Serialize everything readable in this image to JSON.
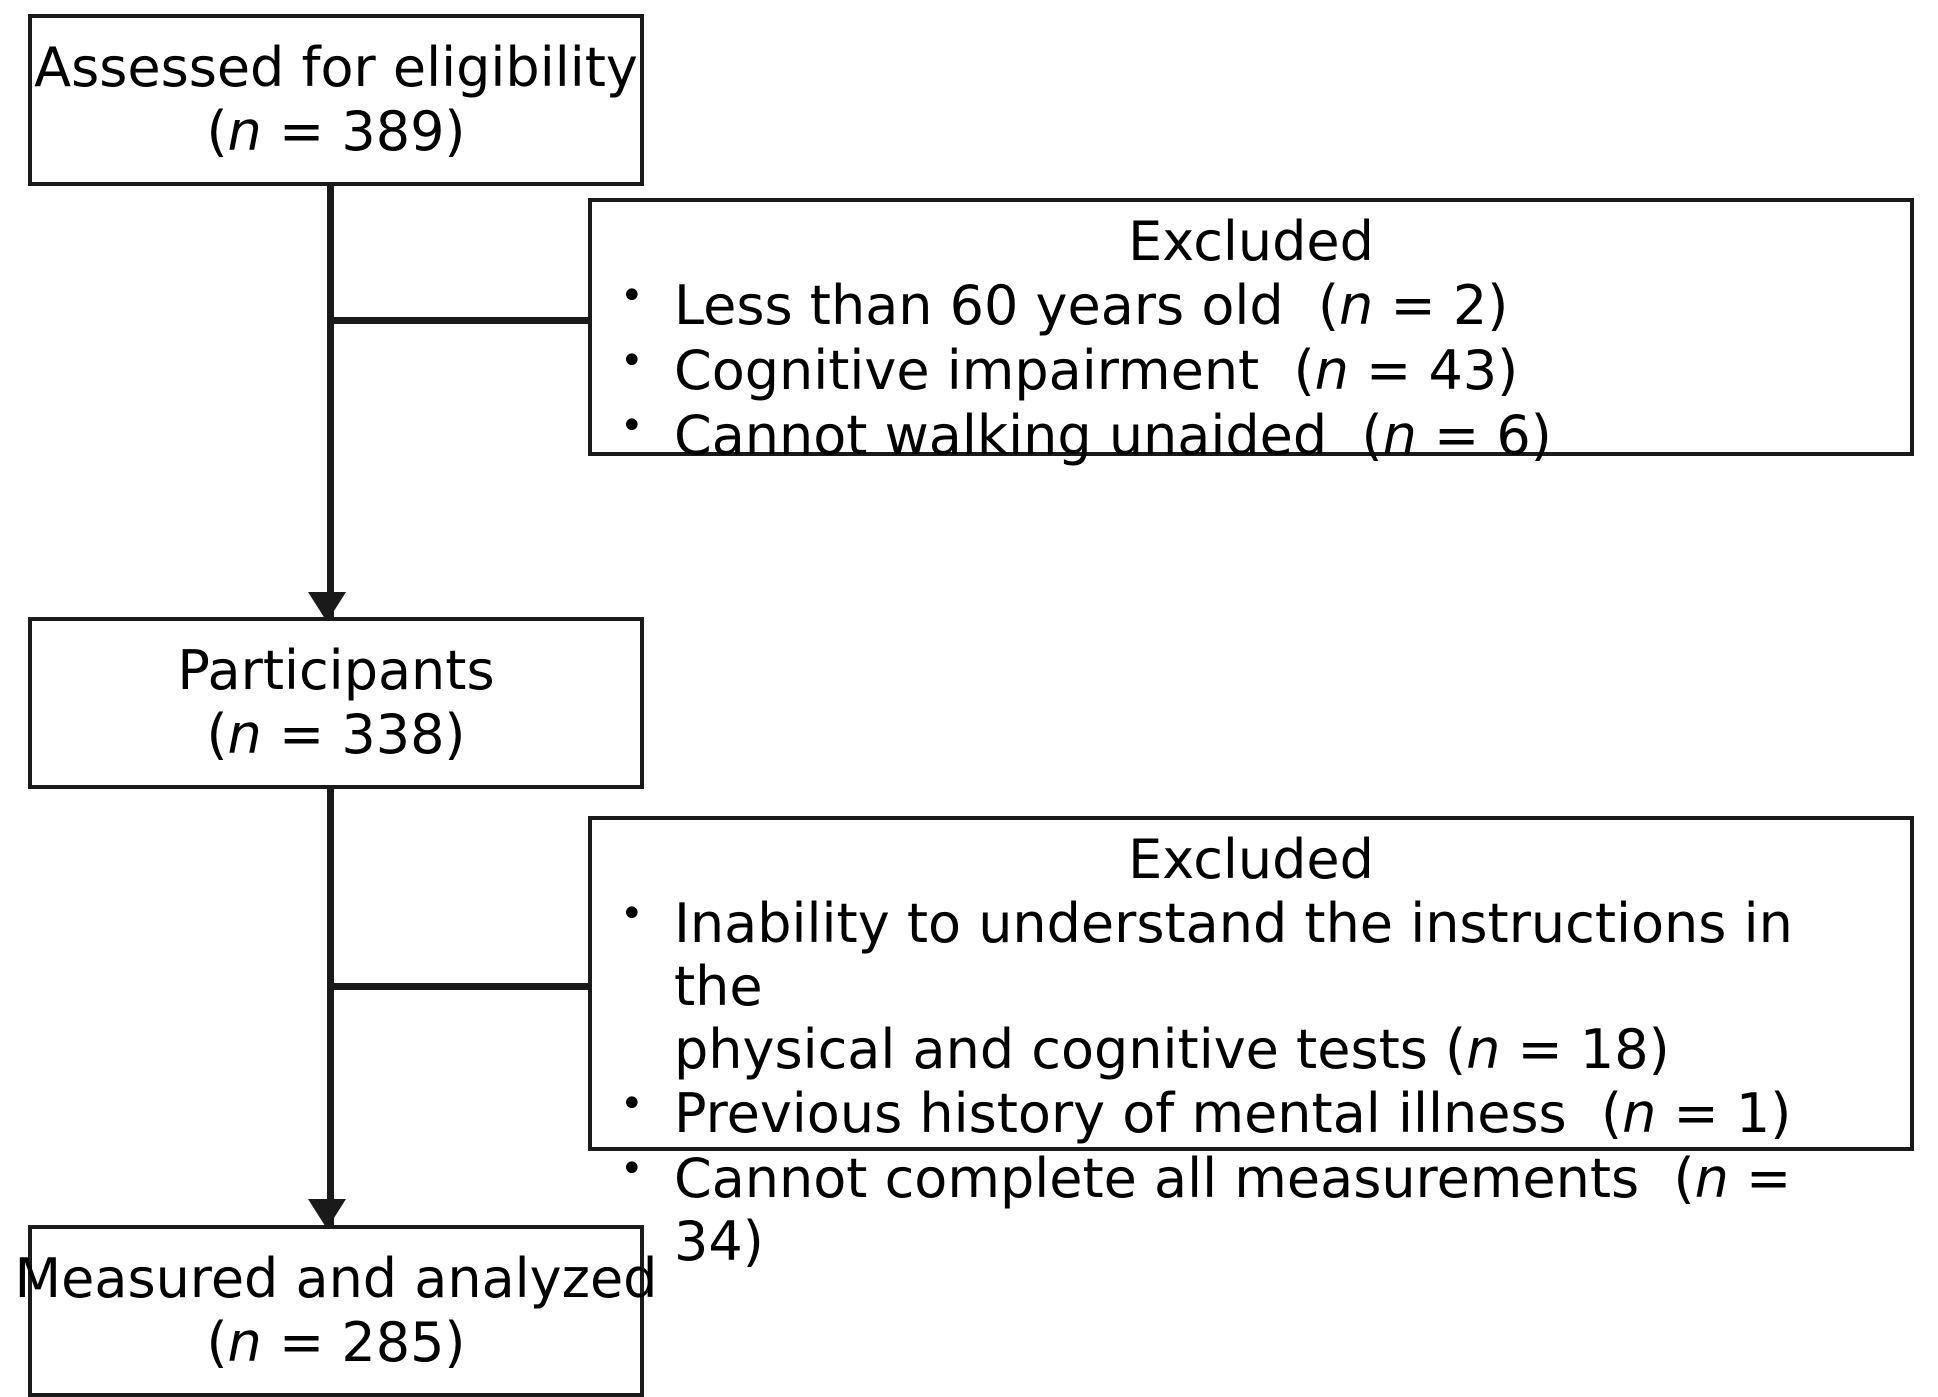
{
  "diagram": {
    "type": "flowchart",
    "title": "Participant flow diagram",
    "stages": [
      {
        "id": "assessed",
        "label": "Assessed for eligibility",
        "count_text": "(n = 389)",
        "count_prefix": "(",
        "count_n": "n",
        "count_eq": "= 389)",
        "n": 389
      },
      {
        "id": "participants",
        "label": "Participants",
        "count_text": "(n = 338)",
        "count_prefix": "(",
        "count_n": "n",
        "count_eq": "= 338)",
        "n": 338
      },
      {
        "id": "analyzed",
        "label": "Measured and analyzed",
        "count_text": "(n = 285)",
        "count_prefix": "(",
        "count_n": "n",
        "count_eq": "= 285)",
        "n": 285
      }
    ],
    "exclusions": [
      {
        "id": "excluded-1",
        "title": "Excluded",
        "items": [
          {
            "text": "Less than 60 years old",
            "n": 2,
            "n_text": "(n = 2)"
          },
          {
            "text": "Cognitive impairment",
            "n": 43,
            "n_text": "(n = 43)"
          },
          {
            "text": "Cannot walking unaided",
            "n": 6,
            "n_text": "(n = 6)"
          }
        ]
      },
      {
        "id": "excluded-2",
        "title": "Excluded",
        "items": [
          {
            "text": "Inability to understand the instructions in the physical and cognitive tests",
            "n": 18,
            "n_text": "(n = 18)"
          },
          {
            "text": "Previous history of mental illness",
            "n": 1,
            "n_text": "(n = 1)"
          },
          {
            "text": "Cannot complete all measurements",
            "n": 34,
            "n_text": "(n = 34)"
          }
        ]
      }
    ],
    "colors": {
      "stroke": "#1a1a1a",
      "background": "#ffffff",
      "text": "#000000"
    }
  }
}
